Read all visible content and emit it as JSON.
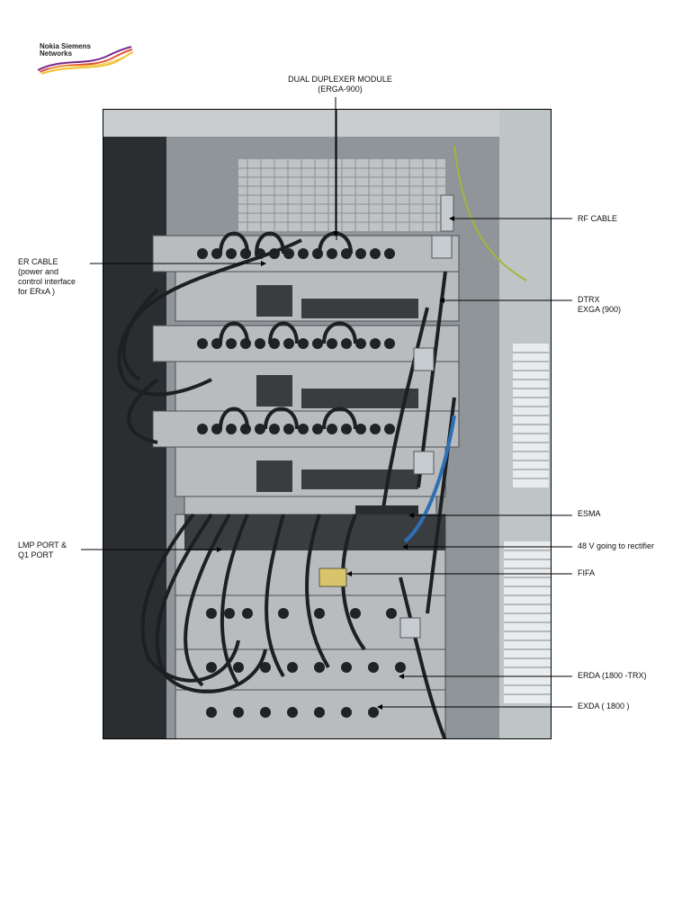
{
  "logo": {
    "text": "Nokia Siemens\nNetworks",
    "colors": [
      "#7a2a8c",
      "#e0533a",
      "#f2c12e"
    ]
  },
  "labels": {
    "dual_duplexer": {
      "line1": "DUAL DUPLEXER MODULE",
      "line2": "(ERGA-900)"
    },
    "rf_cable": "RF CABLE",
    "er_cable": {
      "line1": "ER CABLE",
      "line2": "(power and",
      "line3": "control interface",
      "line4": "for ERxA )"
    },
    "dtrx": {
      "line1": "DTRX",
      "line2": "EXGA (900)"
    },
    "esma": "ESMA",
    "lmp_port": {
      "line1": "LMP PORT &",
      "line2": "Q1 PORT"
    },
    "v48": "48 V going to rectifier",
    "fifa": "FIFA",
    "erda": "ERDA (1800 -TRX)",
    "exda": "EXDA ( 1800 )"
  },
  "colors": {
    "cabinet_frame": "#c9cdd0",
    "cabinet_dark": "#2a2c2e",
    "module_face": "#b8bcbf",
    "cable": "#1d1f22",
    "blue_cable": "#2f6fb3",
    "ground_cable": "#a6b43a"
  }
}
